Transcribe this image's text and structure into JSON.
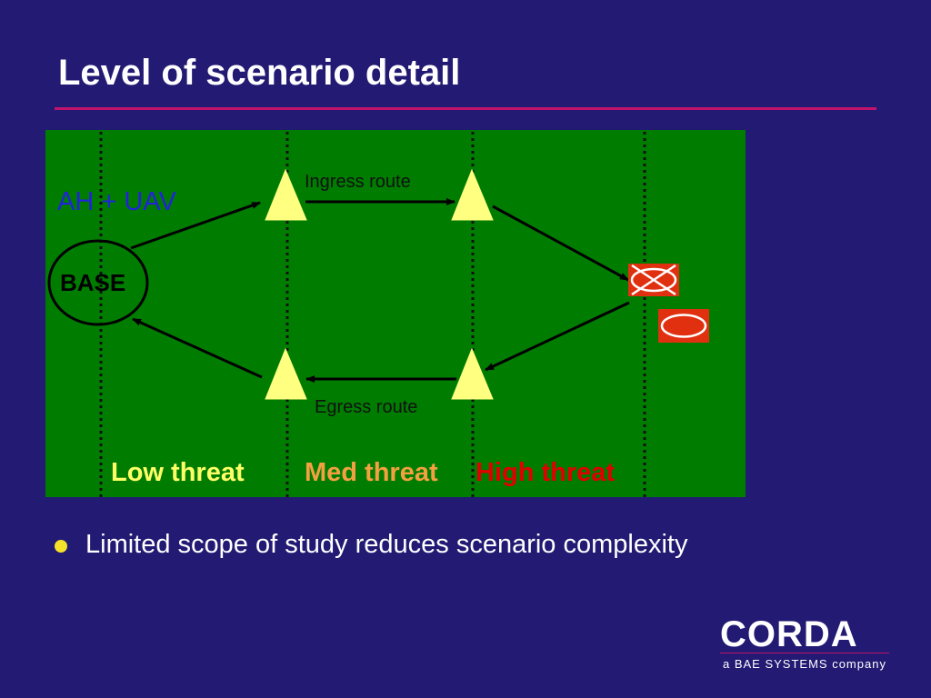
{
  "slide": {
    "title": "Level of scenario detail",
    "bullet": "Limited scope of study reduces scenario complexity"
  },
  "diagram": {
    "force_label": "AH + UAV",
    "base_label": "BASE",
    "ingress_label": "Ingress route",
    "egress_label": "Egress route",
    "zones": [
      {
        "label": "Low threat",
        "color": "#ffff66"
      },
      {
        "label": "Med threat",
        "color": "#f5a040"
      },
      {
        "label": "High threat",
        "color": "#e00000"
      }
    ],
    "colors": {
      "field": "#007d00",
      "waypoint": "#ffff80",
      "target_box": "#e03010",
      "route_line": "#000000"
    }
  },
  "logo": {
    "name": "CORDA",
    "tagline": "a BAE SYSTEMS company"
  },
  "colors": {
    "background": "#221a73",
    "accent_rule": "#c0146c",
    "bullet": "#f5e22a"
  }
}
